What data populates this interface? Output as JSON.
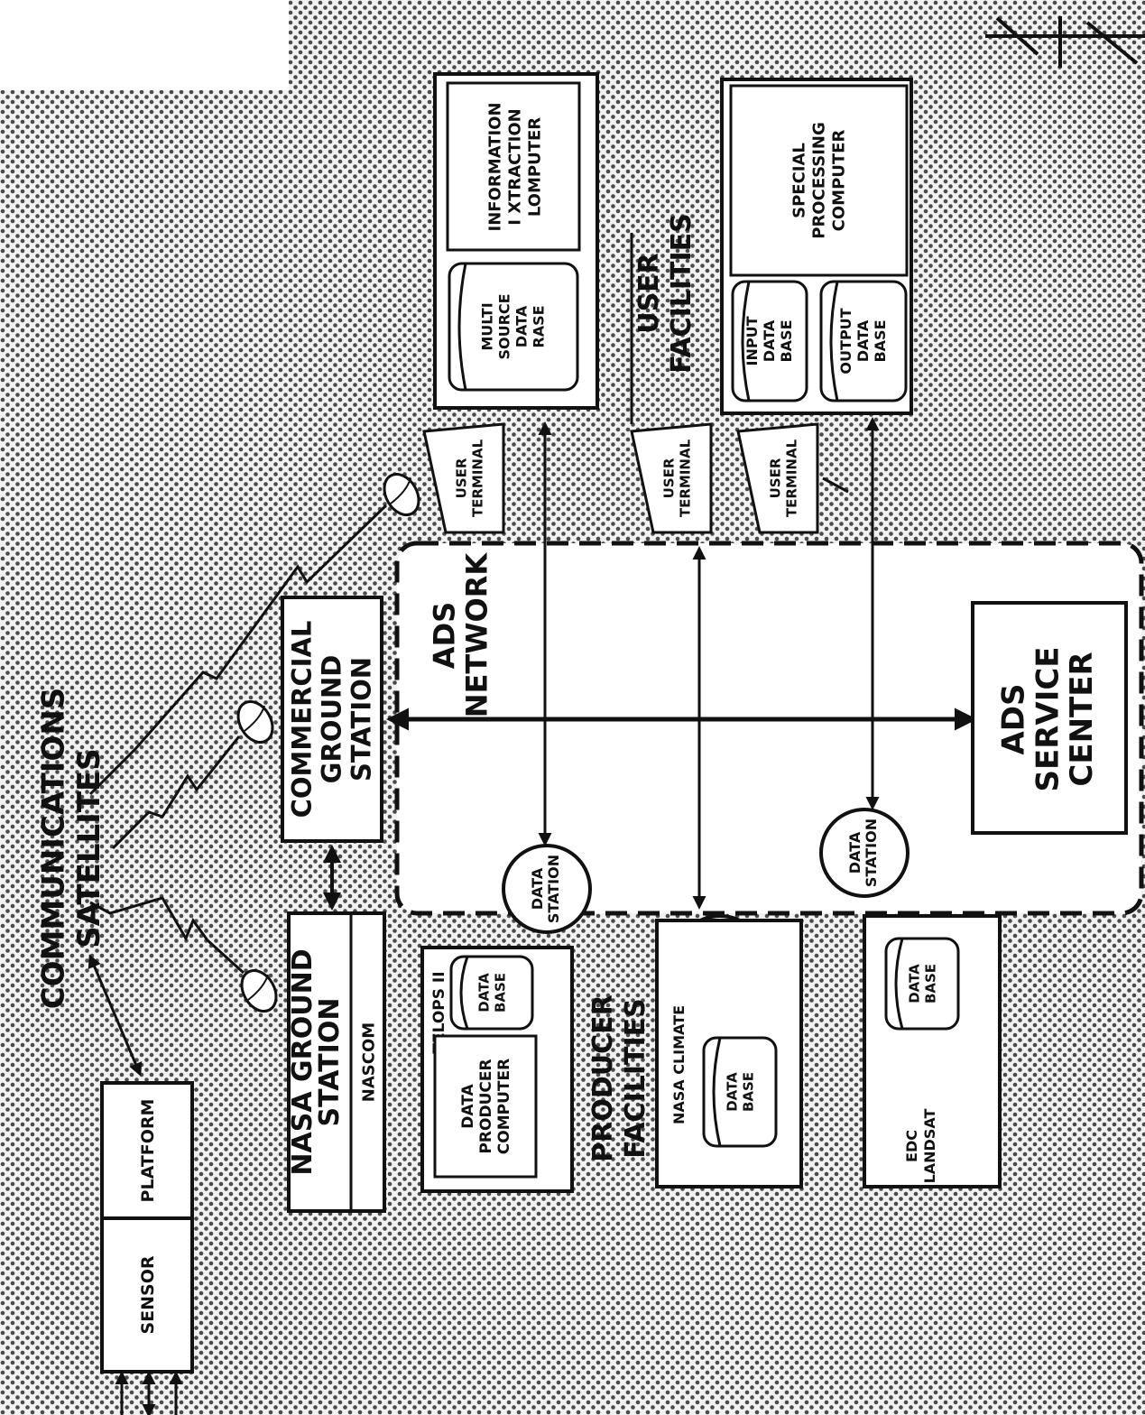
{
  "diagram": {
    "title": [
      "COMMUNICATIONS",
      "SATELLITES"
    ],
    "sensor": "SENSOR",
    "platform": "PLATFORM",
    "nasa_ground_station": [
      "NASA GROUND",
      "STATION"
    ],
    "nascom": "NASCOM",
    "commercial_ground_station": [
      "COMMERCIAL",
      "GROUND",
      "STATION"
    ],
    "ads_network": [
      "ADS",
      "NETWORK"
    ],
    "ads_service_center": [
      "ADS",
      "SERVICE",
      "CENTER"
    ],
    "user_facilities": [
      "USER",
      "FACILITIES"
    ],
    "producer_facilities": [
      "PRODUCER",
      "FACILITIES"
    ],
    "user_terminal": [
      "USER",
      "TERMINAL"
    ],
    "data_station": [
      "DATA",
      "STATION"
    ],
    "data_base": [
      "DATA",
      "BASE"
    ],
    "multi_source_data_base": [
      "MULTI",
      "SOURCE",
      "DATA",
      "RASE"
    ],
    "information_extraction_computer": [
      "INFORMATION",
      "I XTRACTION",
      "LOMPUTER"
    ],
    "input_data_base": [
      "INPUT",
      "DATA",
      "BASE"
    ],
    "output_data_base": [
      "OUTPUT",
      "DATA",
      "BASE"
    ],
    "special_processing_computer": [
      "SPECIAL",
      "PROCESSING",
      "COMPUTER"
    ],
    "data_producer_computer": [
      "DATA",
      "PRODUCER",
      "COMPUTER"
    ],
    "telops": "TELOPS II",
    "nasa_climate": "NASA CLIMATE",
    "edc_landsat": [
      "EDC",
      "LANDSAT"
    ]
  },
  "colors": {
    "background": "#f1f1f1",
    "dots": "#4a4a4a",
    "ink": "#111111",
    "box_fill": "#ffffff"
  }
}
